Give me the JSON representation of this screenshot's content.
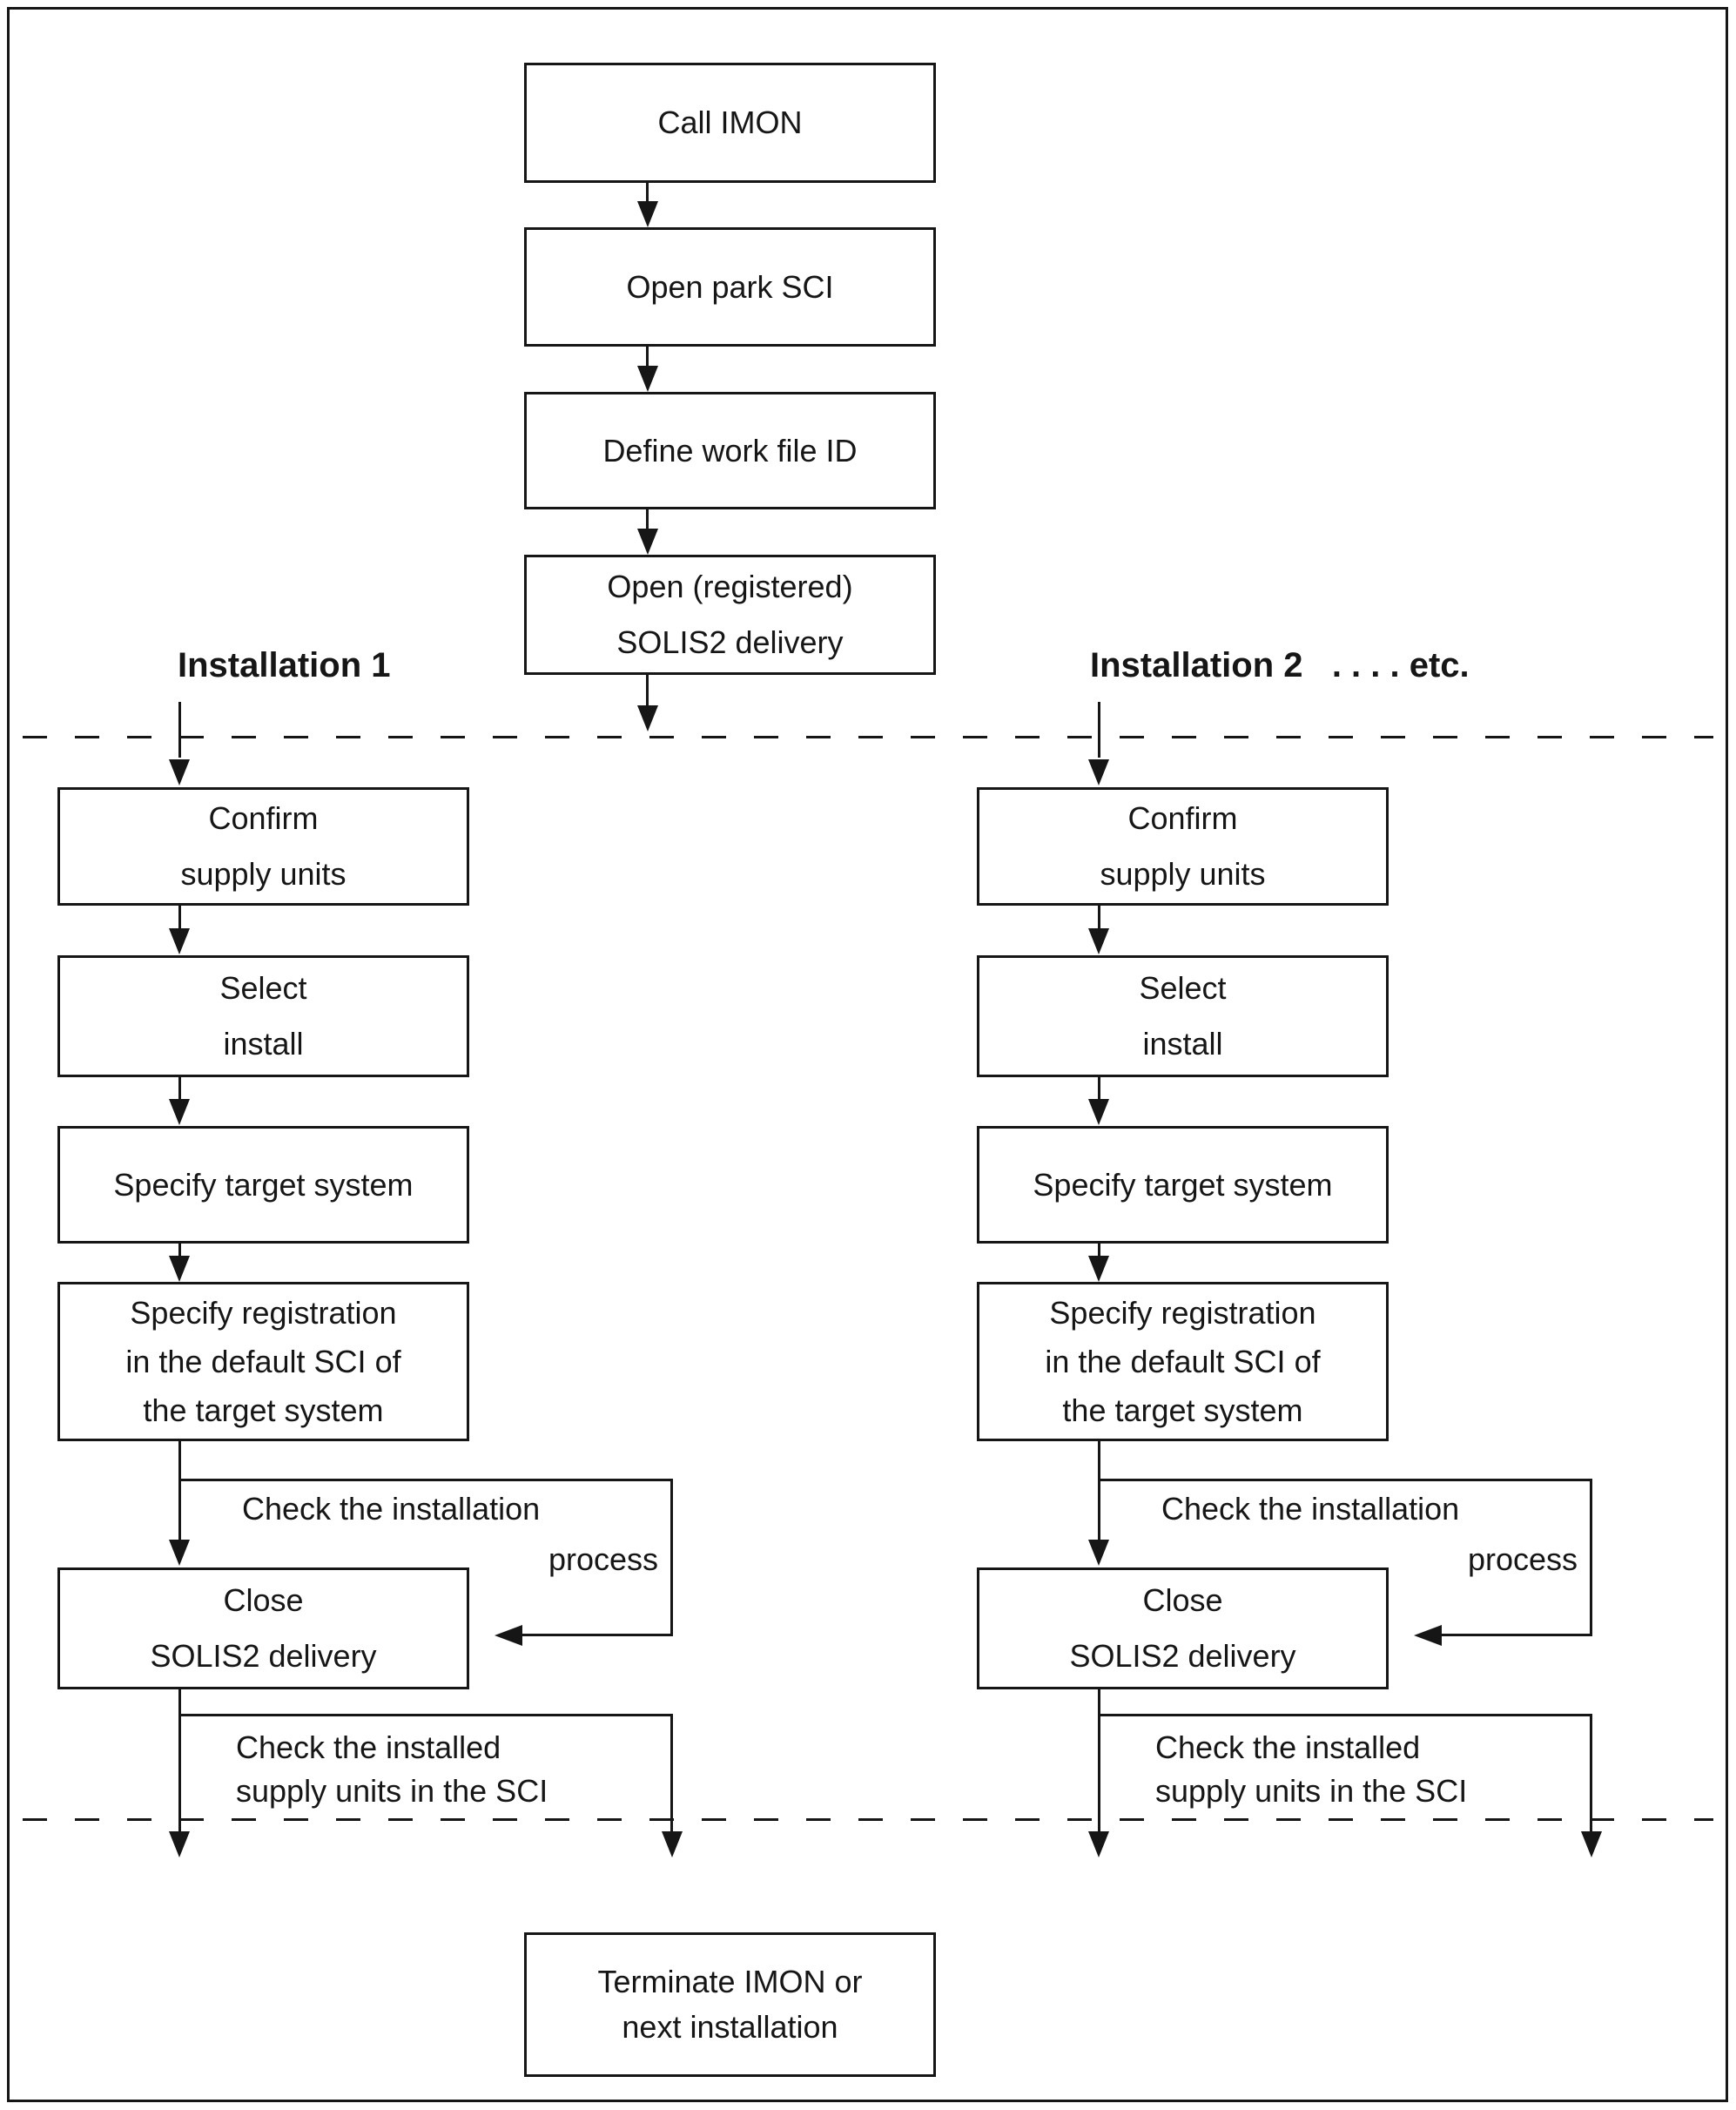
{
  "meta": {
    "ink_color": "#161616",
    "background_color": "#ffffff"
  },
  "top_flow": {
    "call_imon": "Call IMON",
    "open_park_sci": "Open park SCI",
    "define_work_file_id": "Define work file ID",
    "open_registered_delivery": "Open (registered)\nSOLIS2 delivery"
  },
  "col1": {
    "header": "Installation 1",
    "confirm": "Confirm\nsupply units",
    "select": "Select\ninstall",
    "target": "Specify target system",
    "registration": "Specify registration\nin the default SCI of\nthe target system",
    "close": "Close\nSOLIS2 delivery",
    "check_process_line1": "Check the installation",
    "check_process_line2": "process",
    "check_installed": "Check the installed\nsupply units in the SCI"
  },
  "col2": {
    "header": "Installation 2   . . . . etc.",
    "confirm": "Confirm\nsupply units",
    "select": "Select\ninstall",
    "target": "Specify target system",
    "registration": "Specify registration\nin the default SCI of\nthe target system",
    "close": "Close\nSOLIS2 delivery",
    "check_process_line1": "Check the installation",
    "check_process_line2": "process",
    "check_installed": "Check the installed\nsupply units in the SCI"
  },
  "bottom": {
    "terminate": "Terminate IMON or\nnext installation"
  }
}
